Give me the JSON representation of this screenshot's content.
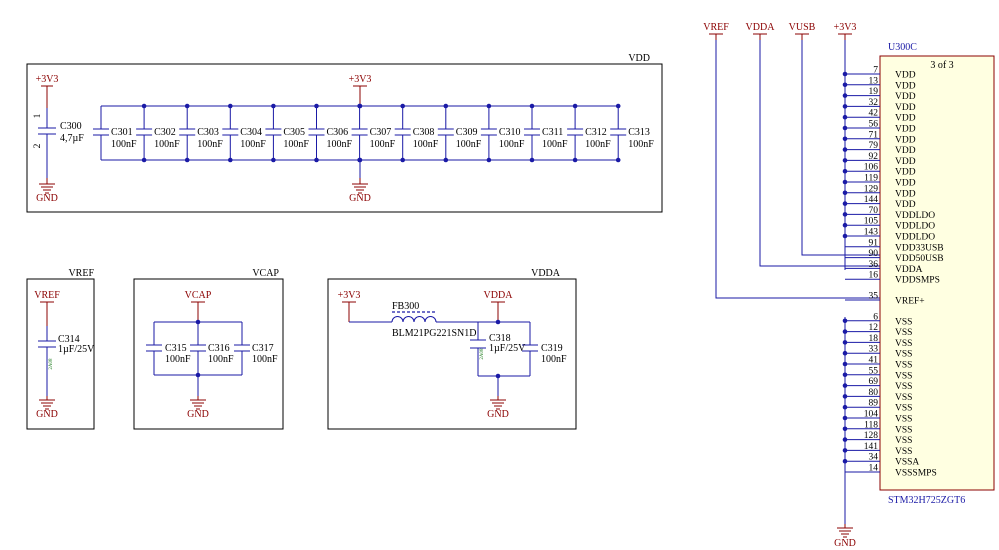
{
  "sheets": {
    "vdd": "VDD",
    "vref": "VREF",
    "vcap": "VCAP",
    "vdda": "VDDA"
  },
  "nets": {
    "p3v3": "+3V3",
    "gnd": "GND",
    "vref": "VREF",
    "vdda": "VDDA",
    "vusb": "VUSB",
    "vcap": "VCAP"
  },
  "vdd_block": {
    "bulk": {
      "ref": "C300",
      "value": "4,7µF",
      "pin1": "1",
      "pin2": "2"
    },
    "decoupling": [
      {
        "ref": "C301",
        "value": "100nF"
      },
      {
        "ref": "C302",
        "value": "100nF"
      },
      {
        "ref": "C303",
        "value": "100nF"
      },
      {
        "ref": "C304",
        "value": "100nF"
      },
      {
        "ref": "C305",
        "value": "100nF"
      },
      {
        "ref": "C306",
        "value": "100nF"
      },
      {
        "ref": "C307",
        "value": "100nF"
      },
      {
        "ref": "C308",
        "value": "100nF"
      },
      {
        "ref": "C309",
        "value": "100nF"
      },
      {
        "ref": "C310",
        "value": "100nF"
      },
      {
        "ref": "C311",
        "value": "100nF"
      },
      {
        "ref": "C312",
        "value": "100nF"
      },
      {
        "ref": "C313",
        "value": "100nF"
      }
    ]
  },
  "vref_block": {
    "cap": {
      "ref": "C314",
      "value": "1µF/25V",
      "pkg": "2A08"
    }
  },
  "vcap_block": {
    "caps": [
      {
        "ref": "C315",
        "value": "100nF"
      },
      {
        "ref": "C316",
        "value": "100nF"
      },
      {
        "ref": "C317",
        "value": "100nF"
      }
    ]
  },
  "vdda_block": {
    "ferrite": {
      "ref": "FB300",
      "value": "BLM21PG221SN1D"
    },
    "c318": {
      "ref": "C318",
      "value": "1µF/25V",
      "pkg": "2A08"
    },
    "c319": {
      "ref": "C319",
      "value": "100nF"
    }
  },
  "ic": {
    "designator": "U300C",
    "part": "3 of 3",
    "name": "STM32H725ZGT6",
    "pins": [
      {
        "num": "7",
        "name": "VDD"
      },
      {
        "num": "13",
        "name": "VDD"
      },
      {
        "num": "19",
        "name": "VDD"
      },
      {
        "num": "32",
        "name": "VDD"
      },
      {
        "num": "42",
        "name": "VDD"
      },
      {
        "num": "56",
        "name": "VDD"
      },
      {
        "num": "71",
        "name": "VDD"
      },
      {
        "num": "79",
        "name": "VDD"
      },
      {
        "num": "92",
        "name": "VDD"
      },
      {
        "num": "106",
        "name": "VDD"
      },
      {
        "num": "119",
        "name": "VDD"
      },
      {
        "num": "129",
        "name": "VDD"
      },
      {
        "num": "144",
        "name": "VDD"
      },
      {
        "num": "70",
        "name": "VDDLDO"
      },
      {
        "num": "105",
        "name": "VDDLDO"
      },
      {
        "num": "143",
        "name": "VDDLDO"
      },
      {
        "num": "91",
        "name": "VDD33USB"
      },
      {
        "num": "90",
        "name": "VDD50USB"
      },
      {
        "num": "36",
        "name": "VDDA"
      },
      {
        "num": "16",
        "name": "VDDSMPS"
      },
      {
        "num": "35",
        "name": "VREF+"
      },
      {
        "num": "6",
        "name": "VSS"
      },
      {
        "num": "12",
        "name": "VSS"
      },
      {
        "num": "18",
        "name": "VSS"
      },
      {
        "num": "33",
        "name": "VSS"
      },
      {
        "num": "41",
        "name": "VSS"
      },
      {
        "num": "55",
        "name": "VSS"
      },
      {
        "num": "69",
        "name": "VSS"
      },
      {
        "num": "80",
        "name": "VSS"
      },
      {
        "num": "89",
        "name": "VSS"
      },
      {
        "num": "104",
        "name": "VSS"
      },
      {
        "num": "118",
        "name": "VSS"
      },
      {
        "num": "128",
        "name": "VSS"
      },
      {
        "num": "141",
        "name": "VSS"
      },
      {
        "num": "34",
        "name": "VSSA"
      },
      {
        "num": "14",
        "name": "VSSSMPS"
      }
    ]
  }
}
